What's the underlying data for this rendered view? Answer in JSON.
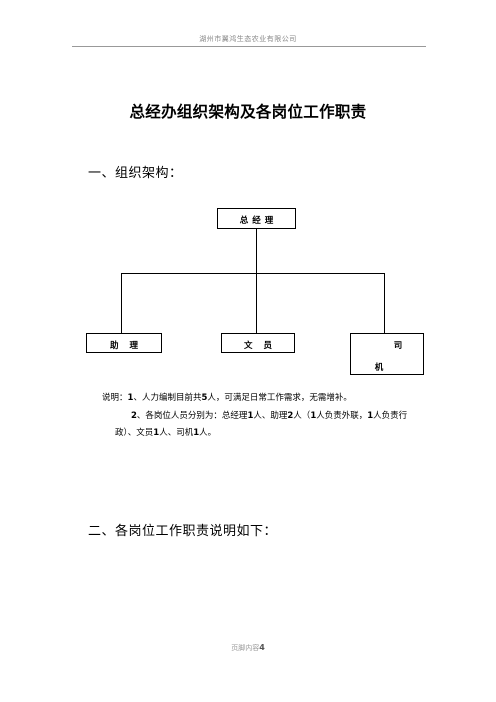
{
  "header": {
    "company": "湖州市翼鸿生态农业有限公司"
  },
  "title": "总经办组织架构及各岗位工作职责",
  "section1": {
    "heading": "一、组织架构："
  },
  "org_chart": {
    "top": "总经理",
    "children": [
      "助理",
      "文员",
      "司"
    ],
    "driver_second_char": "机"
  },
  "notes": {
    "line1": {
      "prefix": "说明：",
      "n1": "1",
      "t1": "、人力编制目前共",
      "n2": "5",
      "t2": "人，可满足日常工作需求，无需增补。"
    },
    "line2": {
      "n1": "2",
      "t1": "、各岗位人员分别为：总经理",
      "n2": "1",
      "t2": "人、助理",
      "n3": "2",
      "t3": "人（",
      "n4": "1",
      "t4": "人负责外联，",
      "n5": "1",
      "t5": "人负责行"
    },
    "line3": {
      "t1": "政）、文员",
      "n1": "1",
      "t2": "人、司机",
      "n2": "1",
      "t3": "人。"
    }
  },
  "section2": {
    "heading": "二、各岗位工作职责说明如下："
  },
  "footer": {
    "text": "页脚内容",
    "page": "4"
  }
}
